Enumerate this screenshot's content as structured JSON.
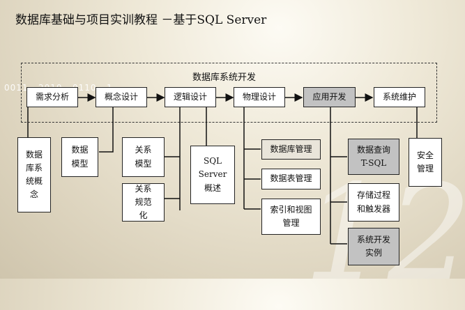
{
  "title": "数据库基础与项目实训教程 －基于SQL Server",
  "frame_label": "数据库系统开发",
  "stages": [
    "需求分析",
    "概念设计",
    "逻辑设计",
    "物理设计",
    "应用开发",
    "系统维护"
  ],
  "details": {
    "db_concept": "数据库系统概念",
    "data_model": "数据模型",
    "relation_model": "关系模型",
    "relation_norm": "关系规范化",
    "sql_server_intro": "SQL Server 概述",
    "db_management": "数据库管理",
    "table_management": "数据表管理",
    "index_view_management": "索引和视图管理",
    "query_tsql": "数据查询 T-SQL",
    "proc_trigger": "存储过程和触发器",
    "system_dev_example": "系统开发实例",
    "security_management": "安全管理"
  },
  "deco_number": "0011 · 2010 · 0110 · 1"
}
